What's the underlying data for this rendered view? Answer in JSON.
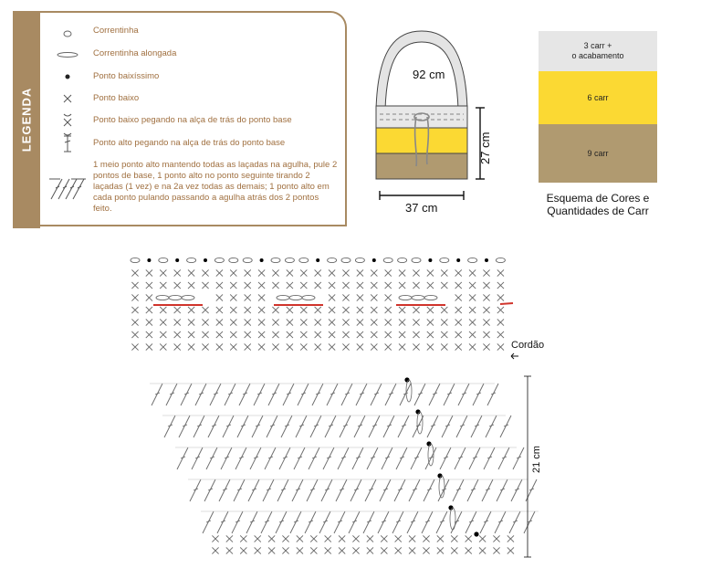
{
  "legend": {
    "title": "LEGENDA",
    "items": [
      {
        "icon": "chain-stitch-icon",
        "label": "Correntinha"
      },
      {
        "icon": "elongated-chain-stitch-icon",
        "label": "Correntinha alongada"
      },
      {
        "icon": "slip-stitch-icon",
        "label": "Ponto baixíssimo"
      },
      {
        "icon": "single-crochet-icon",
        "label": "Ponto baixo"
      },
      {
        "icon": "single-crochet-back-loop-icon",
        "label": "Ponto baixo pegando na alça de trás do ponto base"
      },
      {
        "icon": "double-crochet-back-loop-icon",
        "label": "Ponto alto pegando na alça de trás do ponto base"
      },
      {
        "icon": "cluster-stitch-icon",
        "label": "1 meio ponto alto mantendo todas as laçadas na agulha, pule 2 pontos de base, 1 ponto alto no ponto seguinte tirando 2 laçadas (1 vez) e na 2a vez todas as demais; 1 ponto alto em cada ponto pulando passando a agulha atrás dos 2 pontos feito."
      }
    ]
  },
  "bag": {
    "circumference": "92 cm",
    "height": "27 cm",
    "width": "37 cm",
    "colors": {
      "strap": "#e4e4e4",
      "top": "#e8e8e8",
      "middle": "#fbd933",
      "bottom": "#b09a70",
      "outline": "#444444"
    }
  },
  "scheme": {
    "bands": [
      {
        "label_line1": "3 carr +",
        "label_line2": "o acabamento",
        "color": "#e6e6e6"
      },
      {
        "label_line1": "6 carr",
        "label_line2": "",
        "color": "#fbd933"
      },
      {
        "label_line1": "9 carr",
        "label_line2": "",
        "color": "#b09a70"
      }
    ],
    "caption_line1": "Esquema de Cores e",
    "caption_line2": "Quantidades de Carr"
  },
  "chart": {
    "cord_label": "Cordão",
    "height_label": "21 cm",
    "colors": {
      "stitch": "#666666",
      "cord": "#d0342c",
      "dot": "#000000"
    }
  }
}
